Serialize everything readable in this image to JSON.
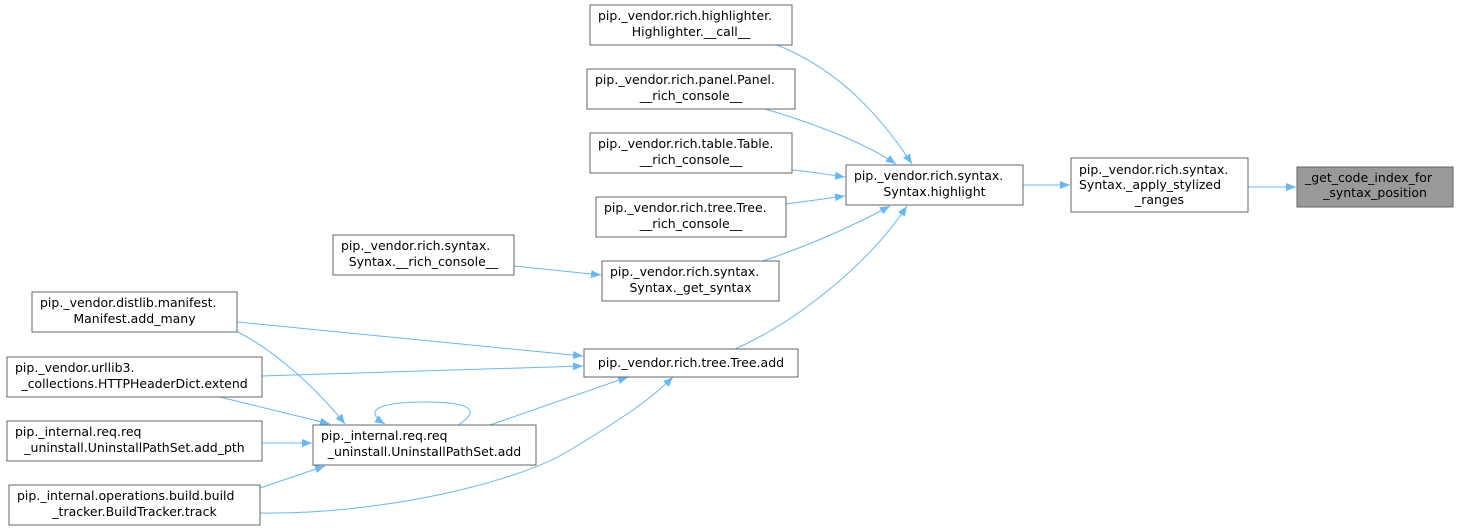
{
  "graph": {
    "colors": {
      "edge": "#63b8ff",
      "node_border": "#666666",
      "node_fill": "#ffffff",
      "highlight_fill": "#999999"
    },
    "nodes": [
      {
        "lines": [
          "_get_code_index_for",
          "_syntax_position"
        ],
        "highlighted": true
      },
      {
        "lines": [
          "pip._vendor.rich.syntax.",
          "Syntax._apply_stylized",
          "_ranges"
        ]
      },
      {
        "lines": [
          "pip._vendor.rich.syntax.",
          "Syntax.highlight"
        ]
      },
      {
        "lines": [
          "pip._vendor.rich.highlighter.",
          "Highlighter.__call__"
        ]
      },
      {
        "lines": [
          "pip._vendor.rich.panel.Panel.",
          "__rich_console__"
        ]
      },
      {
        "lines": [
          "pip._vendor.rich.table.Table.",
          "__rich_console__"
        ]
      },
      {
        "lines": [
          "pip._vendor.rich.tree.Tree.",
          "__rich_console__"
        ]
      },
      {
        "lines": [
          "pip._vendor.rich.syntax.",
          "Syntax.__rich_console__"
        ]
      },
      {
        "lines": [
          "pip._vendor.rich.syntax.",
          "Syntax._get_syntax"
        ]
      },
      {
        "lines": [
          "pip._vendor.distlib.manifest.",
          "Manifest.add_many"
        ]
      },
      {
        "lines": [
          "pip._vendor.rich.tree.Tree.add"
        ]
      },
      {
        "lines": [
          "pip._vendor.urllib3.",
          "_collections.HTTPHeaderDict.extend"
        ]
      },
      {
        "lines": [
          "pip._internal.req.req",
          "_uninstall.UninstallPathSet.add_pth"
        ]
      },
      {
        "lines": [
          "pip._internal.req.req",
          "_uninstall.UninstallPathSet.add"
        ]
      },
      {
        "lines": [
          "pip._internal.operations.build.build",
          "_tracker.BuildTracker.track"
        ]
      }
    ],
    "edges": [
      [
        1,
        0
      ],
      [
        2,
        1
      ],
      [
        3,
        2
      ],
      [
        4,
        2
      ],
      [
        5,
        2
      ],
      [
        6,
        2
      ],
      [
        8,
        2
      ],
      [
        10,
        2
      ],
      [
        7,
        8
      ],
      [
        9,
        10
      ],
      [
        11,
        10
      ],
      [
        13,
        10
      ],
      [
        14,
        10
      ],
      [
        9,
        13
      ],
      [
        11,
        13
      ],
      [
        12,
        13
      ],
      [
        14,
        13
      ],
      [
        13,
        13
      ]
    ]
  }
}
